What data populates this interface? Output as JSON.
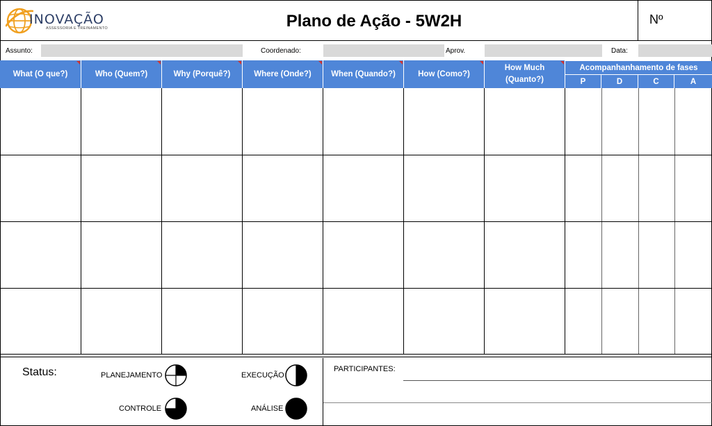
{
  "header": {
    "logo_name": "INOVAÇÃO",
    "logo_sub": "ASSESSORIA E TREINAMENTO",
    "title": "Plano de Ação - 5W2H",
    "number_label": "Nº"
  },
  "info": {
    "assunto_label": "Assunto:",
    "coordenado_label": "Coordenado:",
    "aprov_label": "Aprov.",
    "data_label": "Data:"
  },
  "table": {
    "columns": [
      "What (O que?)",
      "Who (Quem?)",
      "Why (Porquê?)",
      "Where (Onde?)",
      "When (Quando?)",
      "How (Como?)",
      "How Much (Quanto?)"
    ],
    "phases_title": "Acompanhanhamento de fases",
    "phases": [
      "P",
      "D",
      "C",
      "A"
    ],
    "row_count": 4
  },
  "footer": {
    "status_label": "Status:",
    "planejamento": "PLANEJAMENTO",
    "execucao": "EXECUÇÃO",
    "controle": "CONTROLE",
    "analise": "ANÁLISE",
    "participantes": "PARTICIPANTES:"
  },
  "colors": {
    "header_blue": "#4f86d8",
    "field_gray": "#d9d9d9",
    "logo_orange": "#f0a020",
    "logo_navy": "#2c3e66"
  }
}
